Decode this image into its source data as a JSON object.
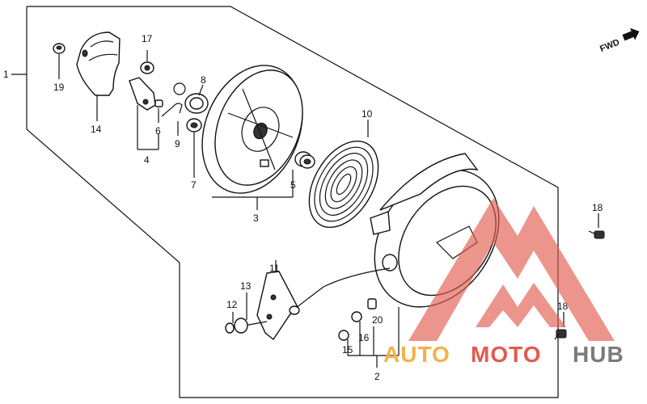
{
  "direction_label": "FWD",
  "callouts": [
    "1",
    "2",
    "3",
    "4",
    "5",
    "6",
    "7",
    "8",
    "9",
    "10",
    "11",
    "12",
    "13",
    "14",
    "15",
    "16",
    "17",
    "18",
    "18",
    "19",
    "20"
  ],
  "watermark": {
    "part1": "AUTO",
    "part2": "MOTO",
    "part3": "HUB",
    "colors": {
      "auto": "#f2b24a",
      "moto": "#e35a4f",
      "hub": "#7a7a7a",
      "logo_red": "#e05a4c"
    }
  }
}
